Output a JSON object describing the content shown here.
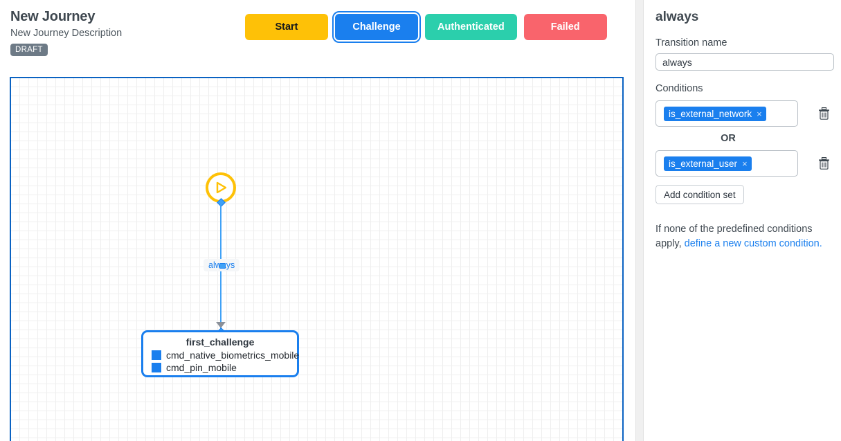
{
  "header": {
    "title": "New Journey",
    "subtitle": "New Journey Description",
    "status_badge": "DRAFT"
  },
  "palette": {
    "buttons": [
      {
        "label": "Start",
        "color": "#fec107",
        "text_color": "#14181c",
        "selected": false
      },
      {
        "label": "Challenge",
        "color": "#1a7fee",
        "text_color": "#ffffff",
        "selected": true
      },
      {
        "label": "Authenticated",
        "color": "#2bcfac",
        "text_color": "#ffffff",
        "selected": false
      },
      {
        "label": "Failed",
        "color": "#f9646c",
        "text_color": "#ffffff",
        "selected": false
      }
    ]
  },
  "canvas": {
    "start_node": {
      "icon": "play-icon",
      "color": "#fec107"
    },
    "edge": {
      "label": "always",
      "color": "#3fa1f6"
    },
    "state_node": {
      "title": "first_challenge",
      "border_color": "#1a7fee",
      "items": [
        {
          "label": "cmd_native_biometrics_mobile",
          "color": "#1a7fee"
        },
        {
          "label": "cmd_pin_mobile",
          "color": "#1a7fee"
        }
      ]
    }
  },
  "panel": {
    "title": "always",
    "transition_name_label": "Transition name",
    "transition_name_value": "always",
    "conditions_label": "Conditions",
    "condition_sets": [
      {
        "chip": "is_external_network",
        "remove": "×"
      },
      {
        "chip": "is_external_user",
        "remove": "×"
      }
    ],
    "or_label": "OR",
    "add_condition_set_label": "Add condition set",
    "help_text_prefix": "If none of the predefined conditions apply, ",
    "help_link": "define a new custom condition."
  }
}
